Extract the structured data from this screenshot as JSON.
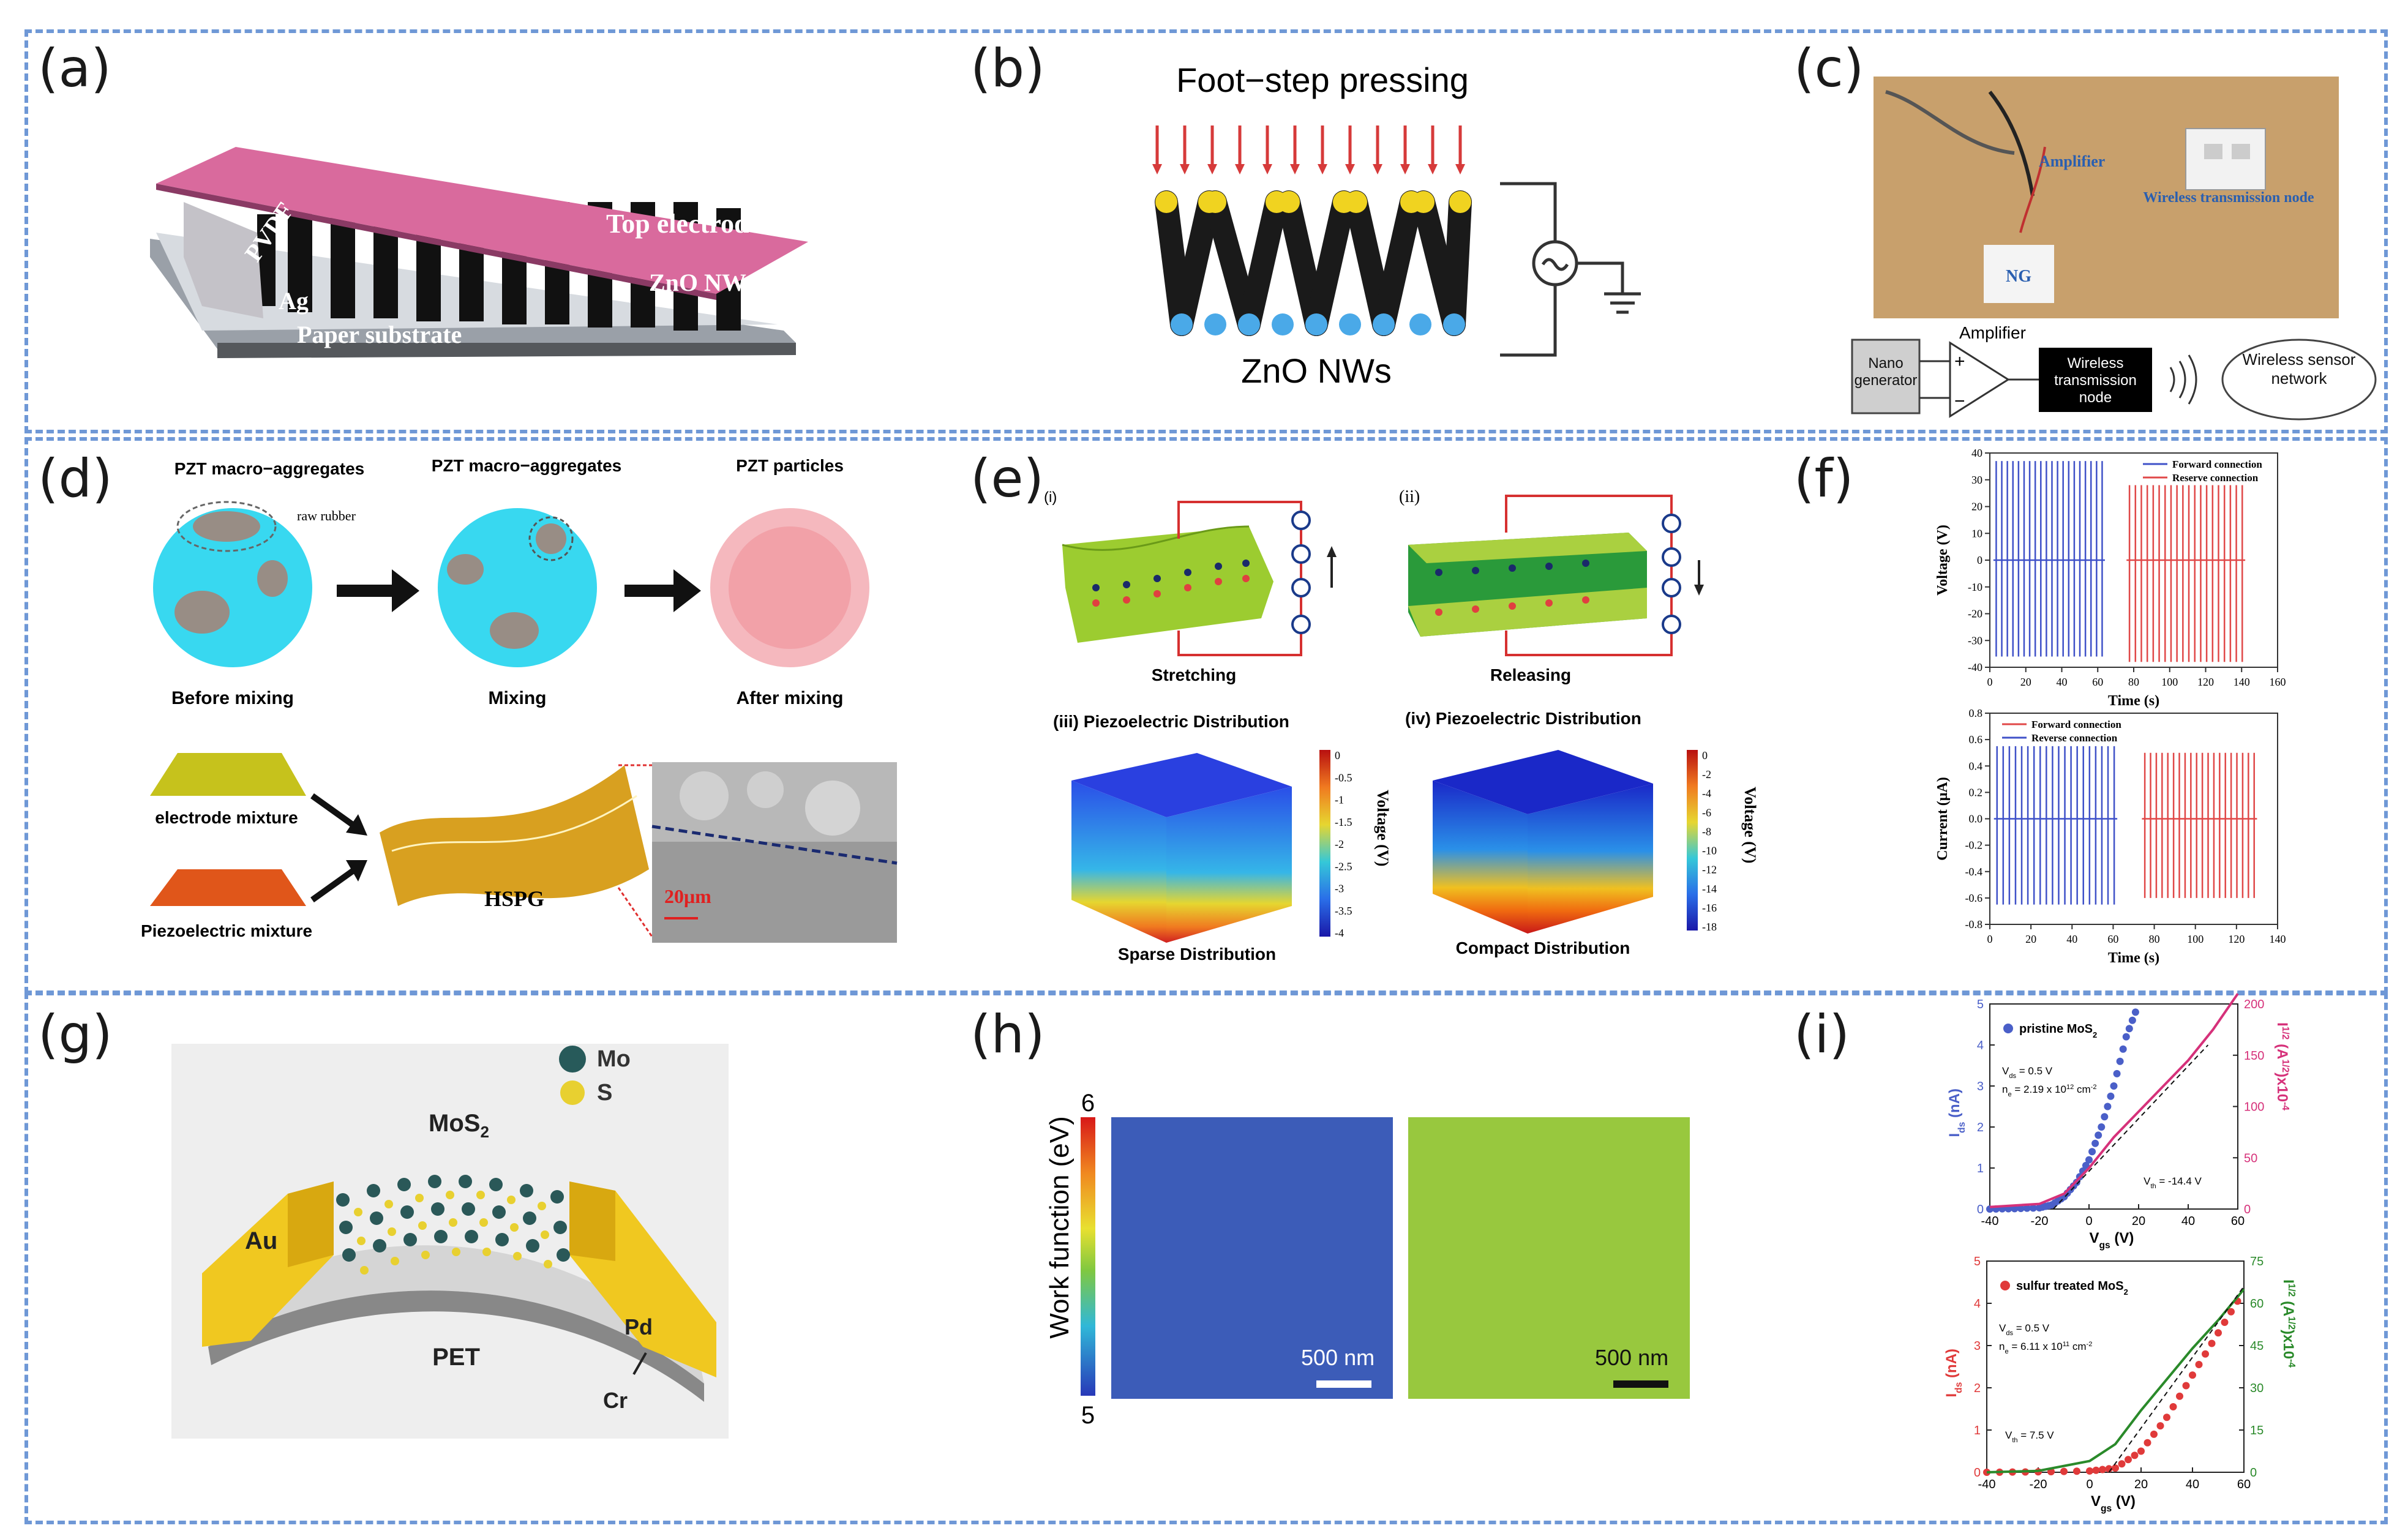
{
  "panels": {
    "a": {
      "label": "(a)",
      "top_electrode": "Top electrode",
      "pvdf": "PVDF",
      "zno_nws": "ZnO NWs",
      "ag": "Ag",
      "paper_substrate": "Paper substrate"
    },
    "b": {
      "label": "(b)",
      "title": "Foot−step pressing",
      "zno_nws": "ZnO NWs"
    },
    "c": {
      "label": "(c)",
      "photo_amplifier": "Amplifier",
      "photo_wireless": "Wireless transmission node",
      "photo_ng": "NG",
      "nano_generator": "Nano generator",
      "amplifier": "Amplifier",
      "wireless_node": "Wireless transmission node",
      "sensor_network": "Wireless sensor network",
      "plus": "+",
      "minus": "−"
    },
    "d": {
      "label": "(d)",
      "pzt_macro_1": "PZT macro−aggregates",
      "raw_rubber": "raw rubber",
      "pzt_macro_2": "PZT macro−aggregates",
      "pzt_particles": "PZT particles",
      "before_mixing": "Before mixing",
      "mixing": "Mixing",
      "after_mixing": "After mixing",
      "electrode_mixture": "electrode mixture",
      "piezoelectric_mixture": "Piezoelectric mixture",
      "hspg": "HSPG",
      "scale": "20μm"
    },
    "e": {
      "label": "(e)",
      "i": "(i)",
      "ii": "(ii)",
      "stretching": "Stretching",
      "releasing": "Releasing",
      "iii": "(iii)  Piezoelectric Distribution",
      "iv": "(iv)  Piezoelectric Distribution",
      "sparse": "Sparse Distribution",
      "compact": "Compact Distribution",
      "voltage_axis": "Voltage (V)",
      "scale_left": [
        "0",
        "-0.5",
        "-1",
        "-1.5",
        "-2",
        "-2.5",
        "-3",
        "-3.5",
        "-4"
      ],
      "scale_right": [
        "0",
        "-2",
        "-4",
        "-6",
        "-8",
        "-10",
        "-12",
        "-14",
        "-16",
        "-18"
      ]
    },
    "f": {
      "label": "(f)"
    },
    "g": {
      "label": "(g)",
      "mo": "Mo",
      "s": "S",
      "mos2": "MoS",
      "mos2_sub": "2",
      "au": "Au",
      "pet": "PET",
      "pd": "Pd",
      "cr": "Cr"
    },
    "h": {
      "label": "(h)",
      "axis": "Work function (eV)",
      "max": "6",
      "min": "5",
      "scale_left": "500 nm",
      "scale_right": "500 nm"
    },
    "i": {
      "label": "(i)"
    }
  },
  "chart_data": [
    {
      "type": "line",
      "title": "",
      "xlabel": "Time (s)",
      "ylabel": "Voltage (V)",
      "xlim": [
        0,
        160
      ],
      "ylim": [
        -40,
        40
      ],
      "xticks": [
        "0",
        "20",
        "40",
        "60",
        "80",
        "100",
        "120",
        "140",
        "160"
      ],
      "yticks": [
        "40",
        "30",
        "20",
        "10",
        "0",
        "-10",
        "-20",
        "-30",
        "-40"
      ],
      "series": [
        {
          "name": "Forward connection",
          "color": "#3f51c8",
          "x_range": [
            2,
            64
          ],
          "pulses": 20,
          "peak": 37,
          "trough": -36
        },
        {
          "name": "Reserve connection",
          "color": "#e04848",
          "x_range": [
            76,
            142
          ],
          "pulses": 20,
          "peak": 28,
          "trough": -38
        }
      ],
      "legend": "top-right"
    },
    {
      "type": "line",
      "title": "",
      "xlabel": "Time (s)",
      "ylabel": "Current (μA)",
      "xlim": [
        0,
        140
      ],
      "ylim": [
        -0.8,
        0.8
      ],
      "xticks": [
        "0",
        "20",
        "40",
        "60",
        "80",
        "100",
        "120",
        "140"
      ],
      "yticks": [
        "0.8",
        "0.6",
        "0.4",
        "0.2",
        "0.0",
        "-0.2",
        "-0.4",
        "-0.6",
        "-0.8"
      ],
      "series": [
        {
          "name": "Forward connection",
          "color": "#e04848",
          "x_range": [
            74,
            130
          ],
          "pulses": 20,
          "peak": 0.5,
          "trough": -0.6
        },
        {
          "name": "Reverse connection",
          "color": "#3f51c8",
          "x_range": [
            2,
            62
          ],
          "pulses": 20,
          "peak": 0.55,
          "trough": -0.65
        }
      ],
      "legend": "top-left"
    },
    {
      "type": "scatter",
      "title": "",
      "xlabel": "V",
      "xlabel_sub": "gs",
      "xlabel_unit": " (V)",
      "ylabel": "I",
      "ylabel_sub": "ds",
      "ylabel_unit": " (nA)",
      "y2label": "I",
      "y2label_sup": "1/2",
      "y2label_unit": " (A",
      "y2label_unit_sup": "1/2",
      "y2label_tail": ")x10",
      "y2label_tail_sup": "-4",
      "xlim": [
        -40,
        60
      ],
      "ylim": [
        0,
        5
      ],
      "y2lim": [
        0,
        200
      ],
      "xticks": [
        "-40",
        "-20",
        "0",
        "20",
        "40",
        "60"
      ],
      "yticks": [
        "0",
        "1",
        "2",
        "3",
        "4",
        "5"
      ],
      "y2ticks": [
        "0",
        "50",
        "100",
        "150",
        "200"
      ],
      "legend": "pristine MoS",
      "legend_sub": "2",
      "vds": "V",
      "vds_sub": "ds",
      "vds_val": " = 0.5 V",
      "ne": "n",
      "ne_sub": "e",
      "ne_val": " = 2.19 x 10",
      "ne_exp": "12",
      "ne_unit": " cm",
      "ne_unit_exp": "-2",
      "vth": "V",
      "vth_sub": "th",
      "vth_val": " = -14.4 V",
      "series": [
        {
          "name": "pristine MoS2",
          "color": "#4a5fc8",
          "x": [
            -40,
            -30,
            -20,
            -15,
            -10,
            -5,
            0,
            5,
            10,
            15,
            20
          ],
          "y": [
            0,
            0.01,
            0.03,
            0.1,
            0.3,
            0.65,
            1.2,
            2.0,
            3.0,
            4.2,
            5.0
          ]
        },
        {
          "name": "sqrt(Ids)",
          "color": "#d6317a",
          "axis": "y2",
          "x": [
            -40,
            -20,
            -10,
            0,
            10,
            20,
            30,
            40,
            50,
            60
          ],
          "y": [
            2,
            5,
            15,
            40,
            70,
            95,
            120,
            145,
            175,
            210
          ]
        }
      ],
      "fit": {
        "x": [
          -14.4,
          48
        ],
        "y2": [
          0,
          160
        ]
      }
    },
    {
      "type": "scatter",
      "title": "",
      "xlabel": "V",
      "xlabel_sub": "gs",
      "xlabel_unit": " (V)",
      "ylabel": "I",
      "ylabel_sub": "ds",
      "ylabel_unit": " (nA)",
      "y2label": "I",
      "y2label_sup": "1/2",
      "y2label_unit": " (A",
      "y2label_unit_sup": "1/2",
      "y2label_tail": ")x10",
      "y2label_tail_sup": "-4",
      "xlim": [
        -40,
        60
      ],
      "ylim": [
        0,
        5
      ],
      "y2lim": [
        0,
        75
      ],
      "xticks": [
        "-40",
        "-20",
        "0",
        "20",
        "40",
        "60"
      ],
      "yticks": [
        "0",
        "1",
        "2",
        "3",
        "4",
        "5"
      ],
      "y2ticks": [
        "0",
        "15",
        "30",
        "45",
        "60",
        "75"
      ],
      "legend": "sulfur treated MoS",
      "legend_sub": "2",
      "vds": "V",
      "vds_sub": "ds",
      "vds_val": " = 0.5 V",
      "ne": "n",
      "ne_sub": "e",
      "ne_val": " = 6.11 x 10",
      "ne_exp": "11",
      "ne_unit": " cm",
      "ne_unit_exp": "-2",
      "vth": "V",
      "vth_sub": "th",
      "vth_val": " = 7.5 V",
      "series": [
        {
          "name": "sulfur treated MoS2",
          "color": "#e03a3a",
          "x": [
            -40,
            -20,
            0,
            10,
            20,
            30,
            40,
            50,
            60
          ],
          "y": [
            0,
            0.01,
            0.03,
            0.1,
            0.5,
            1.3,
            2.3,
            3.3,
            4.3
          ]
        },
        {
          "name": "sqrt(Ids)",
          "color": "#2a8a2a",
          "axis": "y2",
          "x": [
            -40,
            -20,
            0,
            10,
            20,
            30,
            40,
            50,
            60
          ],
          "y": [
            0,
            0.5,
            4,
            10,
            22,
            33,
            44,
            54,
            65
          ]
        }
      ],
      "fit": {
        "x": [
          7.5,
          60
        ],
        "y2": [
          0,
          66
        ]
      }
    }
  ]
}
